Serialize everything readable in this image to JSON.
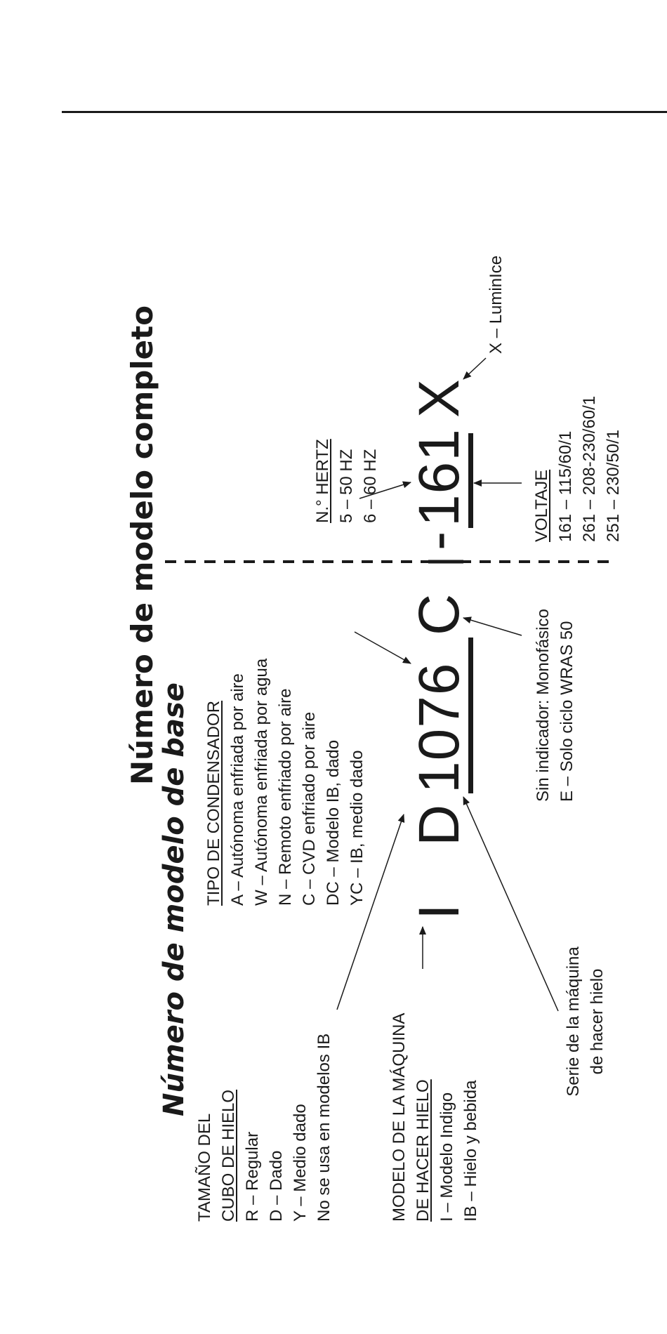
{
  "titles": {
    "full_model": "Número de modelo completo",
    "base_model": "Número de modelo de base"
  },
  "model_code": {
    "i": "I",
    "d": "D",
    "series": "1076",
    "condenser": "C",
    "dash": "-",
    "voltage": "161",
    "suffix": "X"
  },
  "cube_size": {
    "heading_line1": "TAMAÑO DEL",
    "heading_line2": "CUBO DE HIELO",
    "items": [
      "R – Regular",
      "D – Dado",
      "Y – Medio dado",
      "No se usa en modelos IB"
    ]
  },
  "machine_model": {
    "heading_line1": "MODELO DE LA MÁQUINA",
    "heading_line2": "DE HACER HIELO",
    "items": [
      "I – Modelo Indigo",
      "IB – Hielo y bebida"
    ]
  },
  "condenser_type": {
    "heading": "TIPO DE CONDENSADOR",
    "items": [
      "A – Autónoma enfriada por aire",
      "W – Autónoma enfriada por agua",
      "N – Remoto enfriado por aire",
      "C – CVD enfriado por aire",
      "DC – Modelo IB, dado",
      "YC – IB, medio dado"
    ]
  },
  "series_label": {
    "line1": "Serie de la máquina",
    "line2": "de hacer hielo"
  },
  "indicator": {
    "line1": "Sin indicador: Monofásico",
    "line2": "E – Solo ciclo WRAS 50"
  },
  "hertz": {
    "heading": "N.° HERTZ",
    "items": [
      "5 – 50 HZ",
      "6 – 60 HZ"
    ]
  },
  "voltage": {
    "heading": "VOLTAJE",
    "items": [
      "161 – 115/60/1",
      "261 – 208-230/60/1",
      "251 – 230/50/1"
    ]
  },
  "luminice": "X – LuminIce"
}
